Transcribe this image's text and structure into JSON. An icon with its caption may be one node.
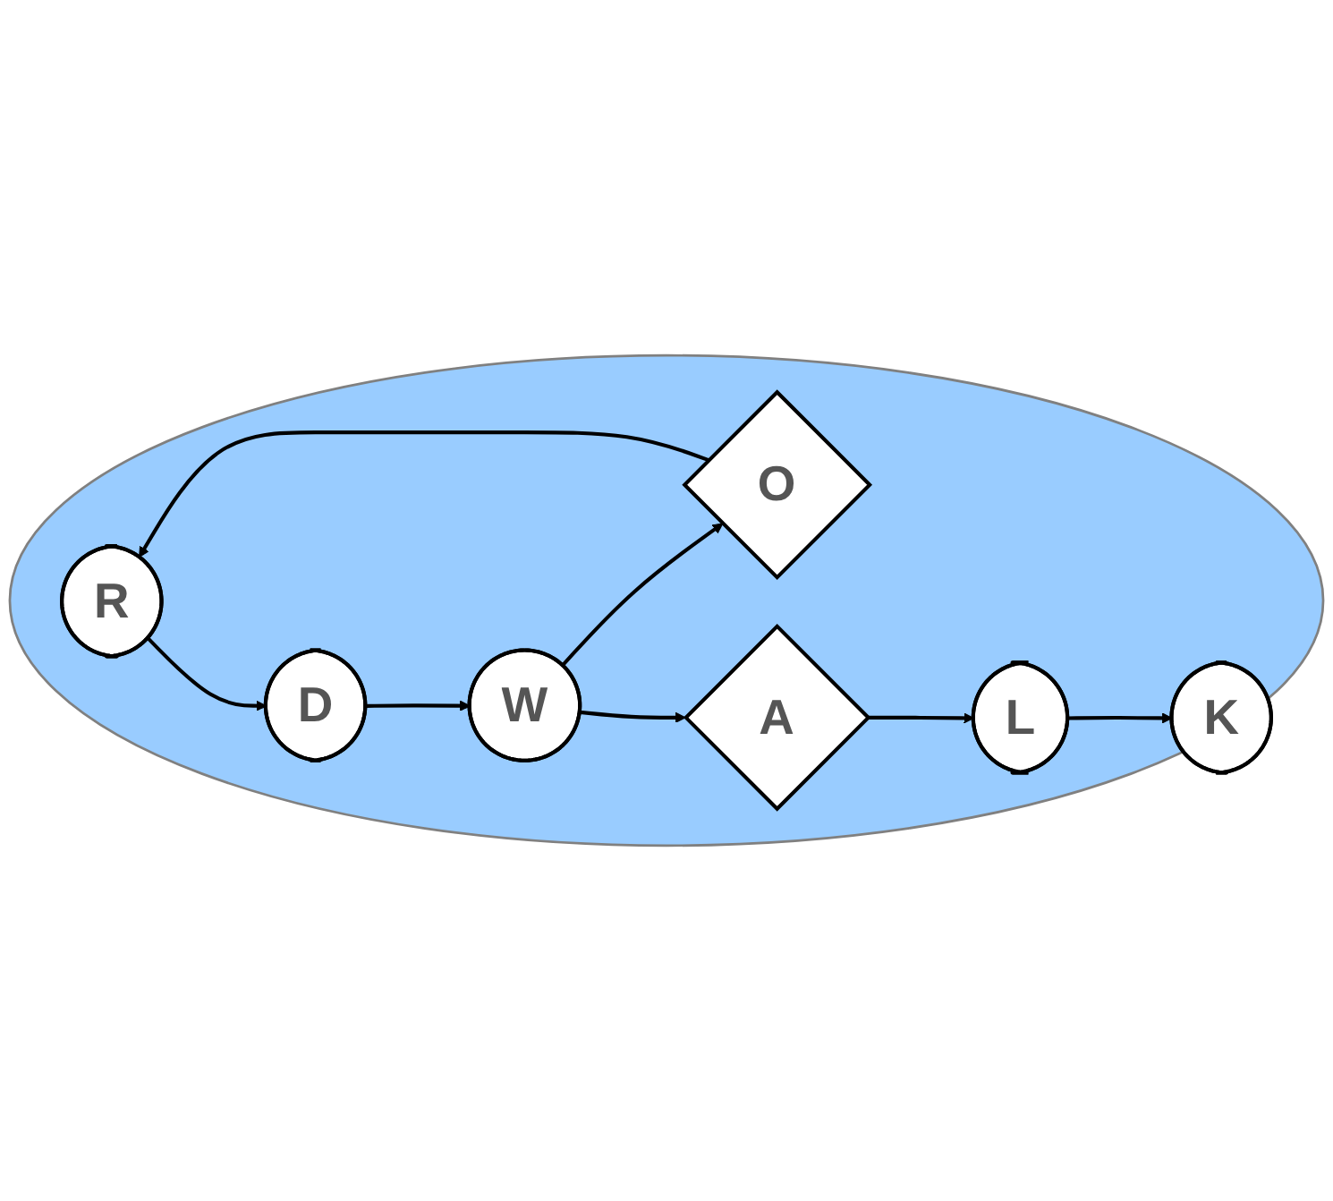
{
  "diagram": {
    "nodes": [
      {
        "text": [],
        "shape": "circle"
      },
      {
        "text": [
          "R"
        ],
        "in": 0
      },
      {
        "text": [
          "O"
        ],
        "in": 0
      },
      {
        "text": [
          "D"
        ],
        "in": 0
      },
      {
        "text": [
          "W"
        ],
        "in": 0
      },
      {
        "text": [
          "A"
        ],
        "in": 0
      },
      {
        "text": [
          "K"
        ],
        "in": 0
      },
      {
        "text": [
          "L"
        ],
        "in": 0
      }
    ],
    "edges": [
      {
        "from": 2,
        "to": 1,
        "arrow": "to"
      },
      {
        "from": 1,
        "to": 3,
        "arrow": "to"
      },
      {
        "from": 3,
        "to": 4,
        "arrow": "to"
      },
      {
        "from": 4,
        "to": 2,
        "arrow": "to"
      },
      {
        "from": 4,
        "to": 5,
        "arrow": "to"
      },
      {
        "from": 5,
        "to": 7,
        "arrow": "to"
      },
      {
        "from": 7,
        "to": 6,
        "arrow": "to"
      }
    ]
  }
}
